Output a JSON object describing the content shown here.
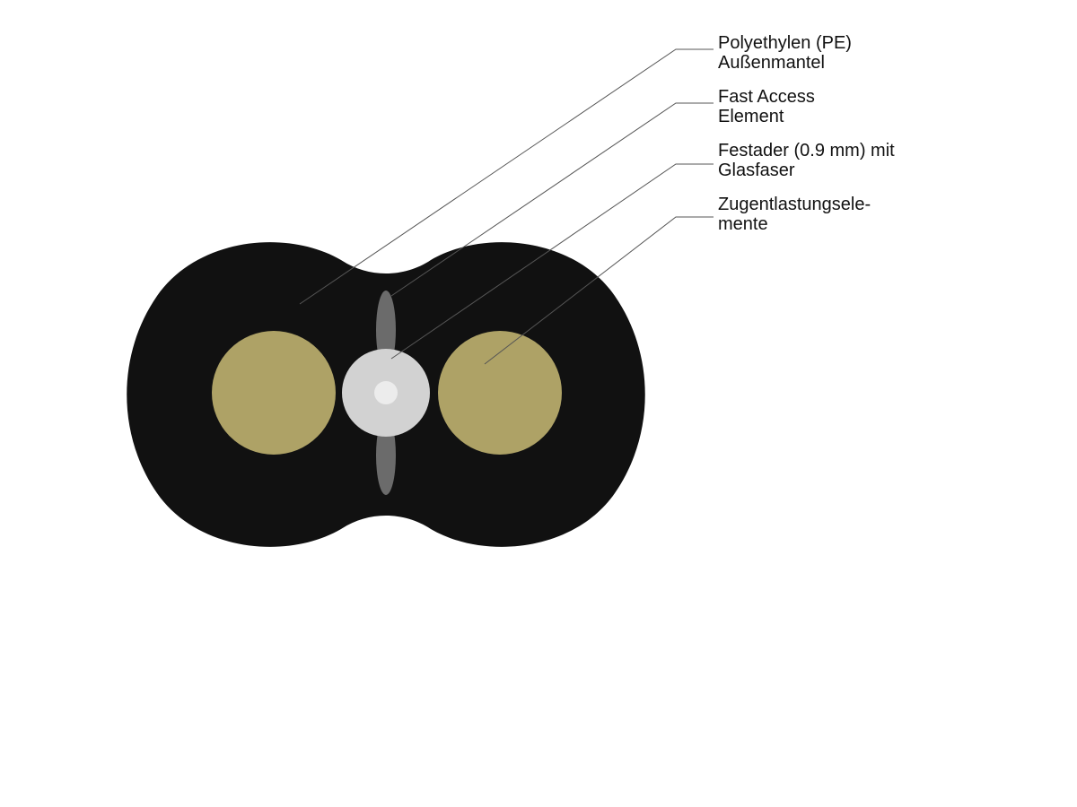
{
  "colors": {
    "jacket": "#111111",
    "strength_member": "#aea266",
    "fast_access_element": "#6b6b6b",
    "buffer_outer": "#d2d2d2",
    "fiber_core": "#ececec",
    "leader_line": "#555555"
  },
  "labels": [
    {
      "id": "pe",
      "line1": "Polyethylen (PE)",
      "line2": "Außenmantel"
    },
    {
      "id": "fae",
      "line1": "Fast Access",
      "line2": "Element"
    },
    {
      "id": "fiber",
      "line1": "Festader (0.9 mm) mit",
      "line2": "Glasfaser"
    },
    {
      "id": "strength",
      "line1": "Zugentlastungsele-",
      "line2": "mente"
    }
  ]
}
